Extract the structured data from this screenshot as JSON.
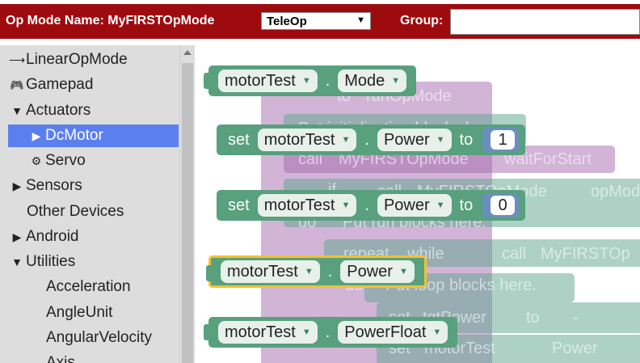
{
  "header": {
    "op_mode_label": "Op Mode Name: MyFIRSTOpMode",
    "mode_value": "TeleOp",
    "group_label": "Group:",
    "group_value": ""
  },
  "sidebar": {
    "items": [
      {
        "label": "LinearOpMode",
        "icon": "arrow-right-icon"
      },
      {
        "label": "Gamepad",
        "icon": "gamepad-icon"
      },
      {
        "label": "Actuators",
        "icon": "caret-down-icon"
      },
      {
        "label": "DcMotor",
        "icon": "caret-right-icon"
      },
      {
        "label": "Servo",
        "icon": "servo-icon"
      },
      {
        "label": "Sensors",
        "icon": "caret-right-icon"
      },
      {
        "label": "Other Devices",
        "icon": ""
      },
      {
        "label": "Android",
        "icon": "caret-right-icon"
      },
      {
        "label": "Utilities",
        "icon": "caret-down-icon"
      },
      {
        "label": "Acceleration",
        "icon": ""
      },
      {
        "label": "AngleUnit",
        "icon": ""
      },
      {
        "label": "AngularVelocity",
        "icon": ""
      },
      {
        "label": "Axis",
        "icon": ""
      }
    ]
  },
  "workspace": {
    "background": {
      "to_label": "to",
      "run_op_mode": "runOpMode",
      "comment_init": "Put initialization blocks here.",
      "call_label": "call",
      "op_mode_name": "MyFIRSTOpMode",
      "wait_for_start": "waitForStart",
      "if_label": "if",
      "op_mod_partial": "opMod",
      "do_label": "do",
      "comment_run": "Put run blocks here.",
      "repeat_label": "repeat",
      "while_label": "while",
      "op_mode_partial": "MyFIRSTOp",
      "comment_loop": "Put loop blocks here.",
      "set_label": "set",
      "tgt_power": "tgtPower",
      "minus": "-",
      "motor_test": "motorTest",
      "power": "Power"
    },
    "blocks": {
      "mode_block": {
        "device": "motorTest",
        "dot": ".",
        "property": "Mode"
      },
      "set_power_1": {
        "set": "set",
        "device": "motorTest",
        "dot": ".",
        "property": "Power",
        "to": "to",
        "value": "1"
      },
      "set_power_0": {
        "set": "set",
        "device": "motorTest",
        "dot": ".",
        "property": "Power",
        "to": "to",
        "value": "0"
      },
      "power_block": {
        "device": "motorTest",
        "dot": ".",
        "property": "Power"
      },
      "power_float_block": {
        "device": "motorTest",
        "dot": ".",
        "property": "PowerFloat"
      }
    }
  }
}
